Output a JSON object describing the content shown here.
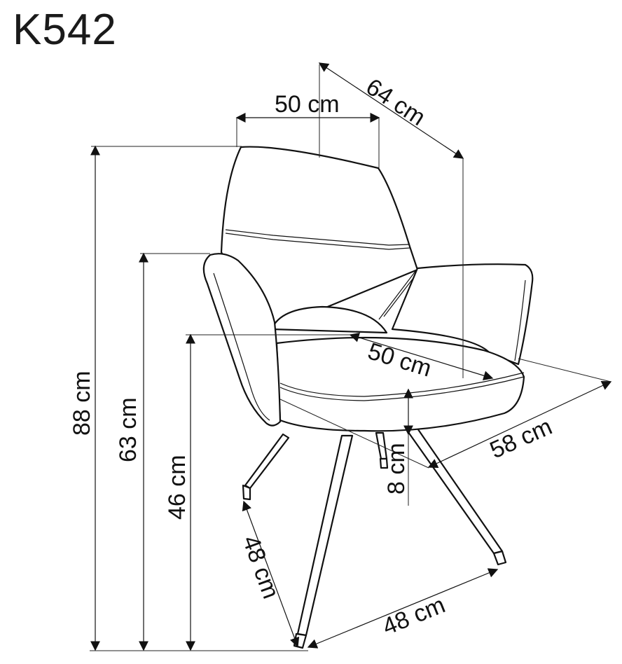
{
  "title": "K542",
  "dimensions": {
    "width_top": "50 cm",
    "diagonal_top": "64 cm",
    "total_height": "88 cm",
    "armrest_height": "63 cm",
    "seat_height": "46 cm",
    "seat_depth": "50 cm",
    "total_depth": "58 cm",
    "foot_clearance": "8 cm",
    "base_left": "48 cm",
    "base_right": "48 cm"
  }
}
